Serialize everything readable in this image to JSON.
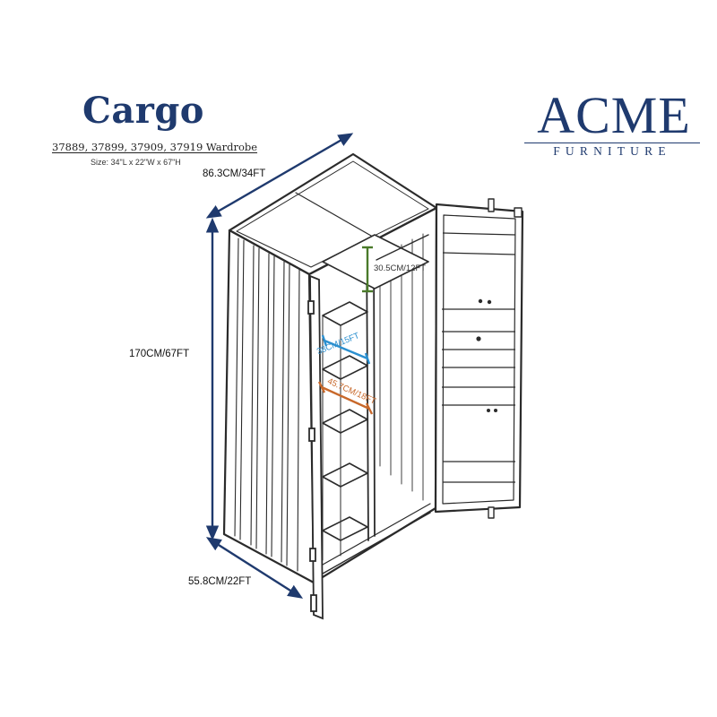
{
  "title": "Cargo",
  "model_line": "37889, 37899, 37909, 37919 Wardrobe",
  "size_line": "Size: 34\"L x 22\"W x 67\"H",
  "brand": {
    "name": "ACME",
    "subtitle": "FURNITURE"
  },
  "dimensions": {
    "length": "86.3CM/34FT",
    "height": "170CM/67FT",
    "depth": "55.8CM/22FT",
    "top_shelf_gap": "30.5CM/12FT",
    "shelf_depth": "38CM/15FT",
    "shelf_width": "45.7CM/18FT"
  },
  "colors": {
    "navy": "#1f3a6e",
    "green": "#4a7a2a",
    "blue": "#2a8fcf",
    "orange": "#c8682a",
    "line": "#2b2b2b"
  }
}
